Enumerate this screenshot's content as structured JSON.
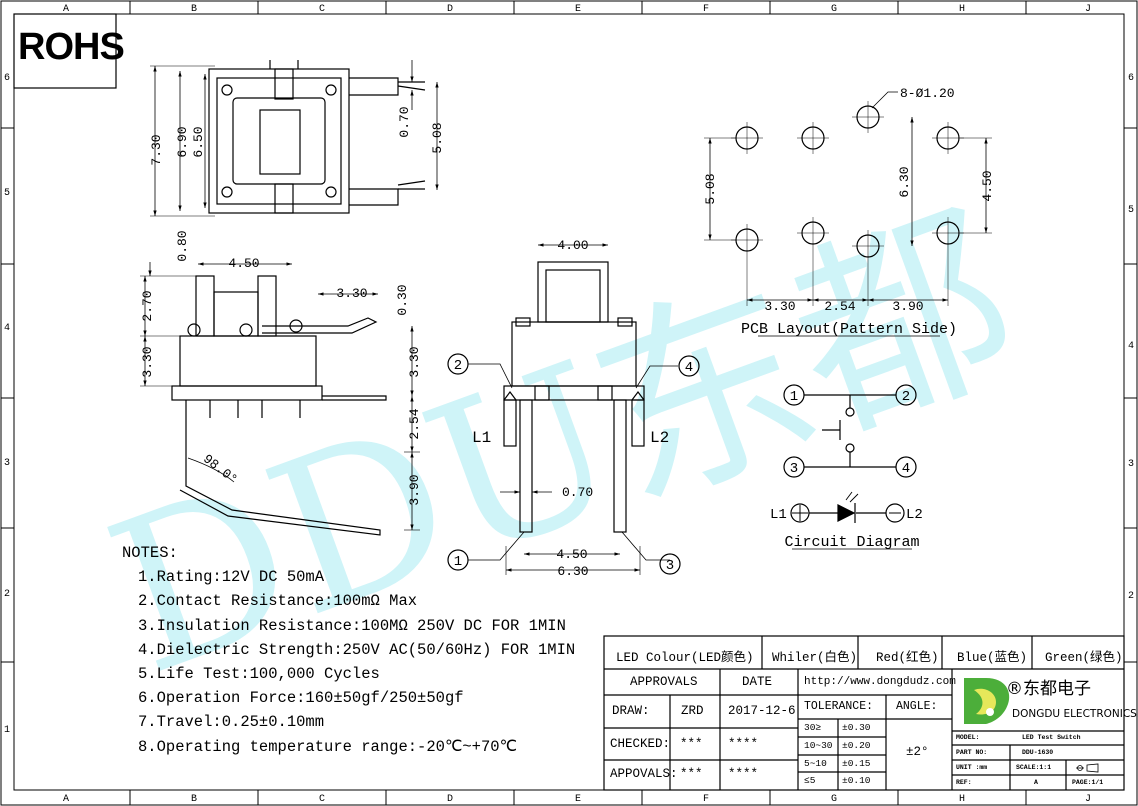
{
  "border": {
    "cols": [
      "A",
      "B",
      "C",
      "D",
      "E",
      "F",
      "G",
      "H",
      "J"
    ],
    "rows": [
      "6",
      "5",
      "4",
      "3",
      "2",
      "1"
    ]
  },
  "rohs": "ROHS",
  "watermark": "DDU东都",
  "top_view": {
    "d1": "7.30",
    "d2": "6.90",
    "d3": "6.50",
    "d4": "0.70",
    "d5": "5.08"
  },
  "side_view": {
    "d1": "0.80",
    "d2": "4.50",
    "d3": "2.70",
    "d4": "3.30",
    "d5": "3.30",
    "d6": "0.30",
    "d7": "3.30",
    "d8": "2.54",
    "d9": "3.90",
    "angle": "98.0°"
  },
  "front_view": {
    "w_top": "4.00",
    "pin_w": "0.70",
    "pitch": "4.50",
    "w_total": "6.30",
    "l1": "L1",
    "l2": "L2",
    "n1": "1",
    "n2": "2",
    "n3": "3",
    "n4": "4"
  },
  "pcb": {
    "holes": "8-Ø1.20",
    "v1": "5.08",
    "v2": "6.30",
    "v3": "4.50",
    "h1": "3.30",
    "h2": "2.54",
    "h3": "3.90",
    "caption": "PCB Layout(Pattern Side)"
  },
  "circuit": {
    "n1": "1",
    "n2": "2",
    "n3": "3",
    "n4": "4",
    "l1": "L1",
    "l2": "L2",
    "caption": "Circuit Diagram"
  },
  "notes": {
    "heading": "NOTES:",
    "items": [
      "1.Rating:12V DC 50mA",
      "2.Contact Resistance:100mΩ Max",
      "3.Insulation Resistance:100MΩ 250V DC FOR 1MIN",
      "4.Dielectric Strength:250V AC(50/60Hz) FOR 1MIN",
      "5.Life Test:100,000 Cycles",
      "6.Operation Force:160±50gf/250±50gf",
      "7.Travel:0.25±0.10mm",
      "8.Operating temperature range:-20℃~+70℃"
    ]
  },
  "title_block": {
    "led_colour": "LED Colour(LED颜色)",
    "colours": [
      "Whiler(白色)",
      "Red(红色)",
      "Blue(蓝色)",
      "Green(绿色)"
    ],
    "approvals": "APPROVALS",
    "date": "DATE",
    "url": "http://www.dongdudz.com",
    "draw": "DRAW:",
    "draw_by": "ZRD",
    "draw_date": "2017-12-6",
    "tolerance": "TOLERANCE:",
    "angle": "ANGLE:",
    "tol_rows": [
      [
        "30≥",
        "±0.30"
      ],
      [
        "10~30",
        "±0.20"
      ],
      [
        "5~10",
        "±0.15"
      ],
      [
        "≤5",
        "±0.10"
      ]
    ],
    "angle_val": "±2°",
    "checked": "CHECKED:",
    "checked_by": "***",
    "checked_date": "****",
    "appovals": "APPOVALS:",
    "appovals_by": "***",
    "appovals_date": "****",
    "company_cn": "®东都电子",
    "company_en": "DONGDU ELECTRONICS",
    "model_k": "MODEL:",
    "model_v": "LED Test Switch",
    "part_k": "PART NO:",
    "part_v": "DDU-1630",
    "unit_k": "UNIT :mm",
    "scale_k": "SCALE:1:1",
    "ref_k": "REF:",
    "ref_v": "A",
    "page_v": "PAGE:1/1"
  }
}
